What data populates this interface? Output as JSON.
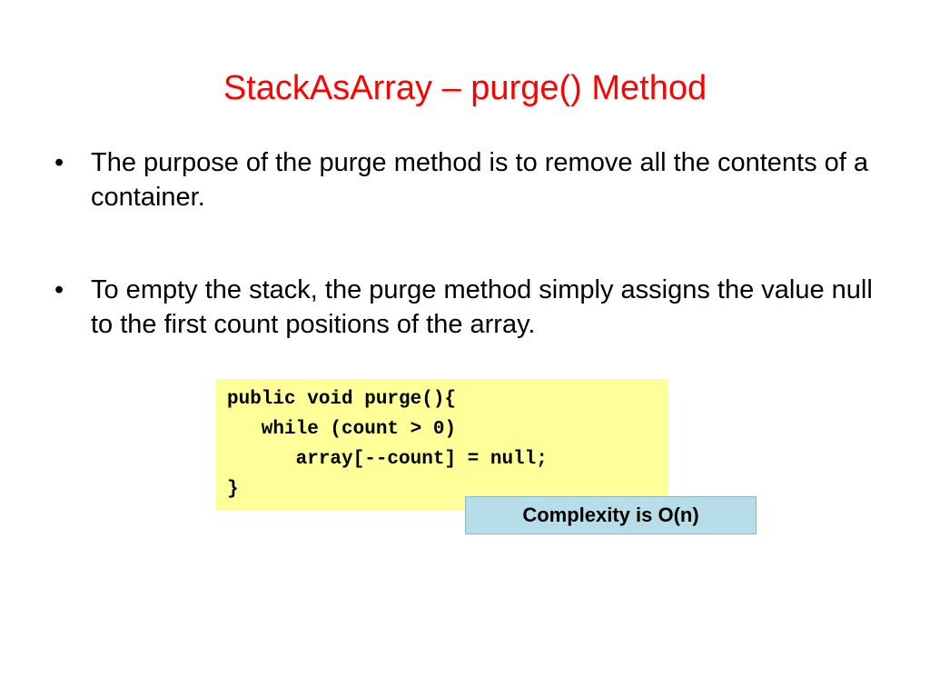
{
  "slide": {
    "title": "StackAsArray – purge() Method",
    "bullet_marker": "•",
    "bullets": [
      {
        "text": "The purpose of the purge method is to remove all the contents of a container."
      },
      {
        "text": "To empty the stack, the purge method simply assigns the value null to the first count positions of the array."
      }
    ],
    "code": {
      "lines": [
        "public void purge(){",
        "   while (count > 0)",
        "      array[--count] = null;",
        "}"
      ],
      "background_color": "#ffff99"
    },
    "callout": {
      "text": "Complexity is O(n)",
      "background_color": "#b7dee8"
    },
    "colors": {
      "title": "#ff0000",
      "text": "#000000",
      "background": "#ffffff"
    }
  }
}
